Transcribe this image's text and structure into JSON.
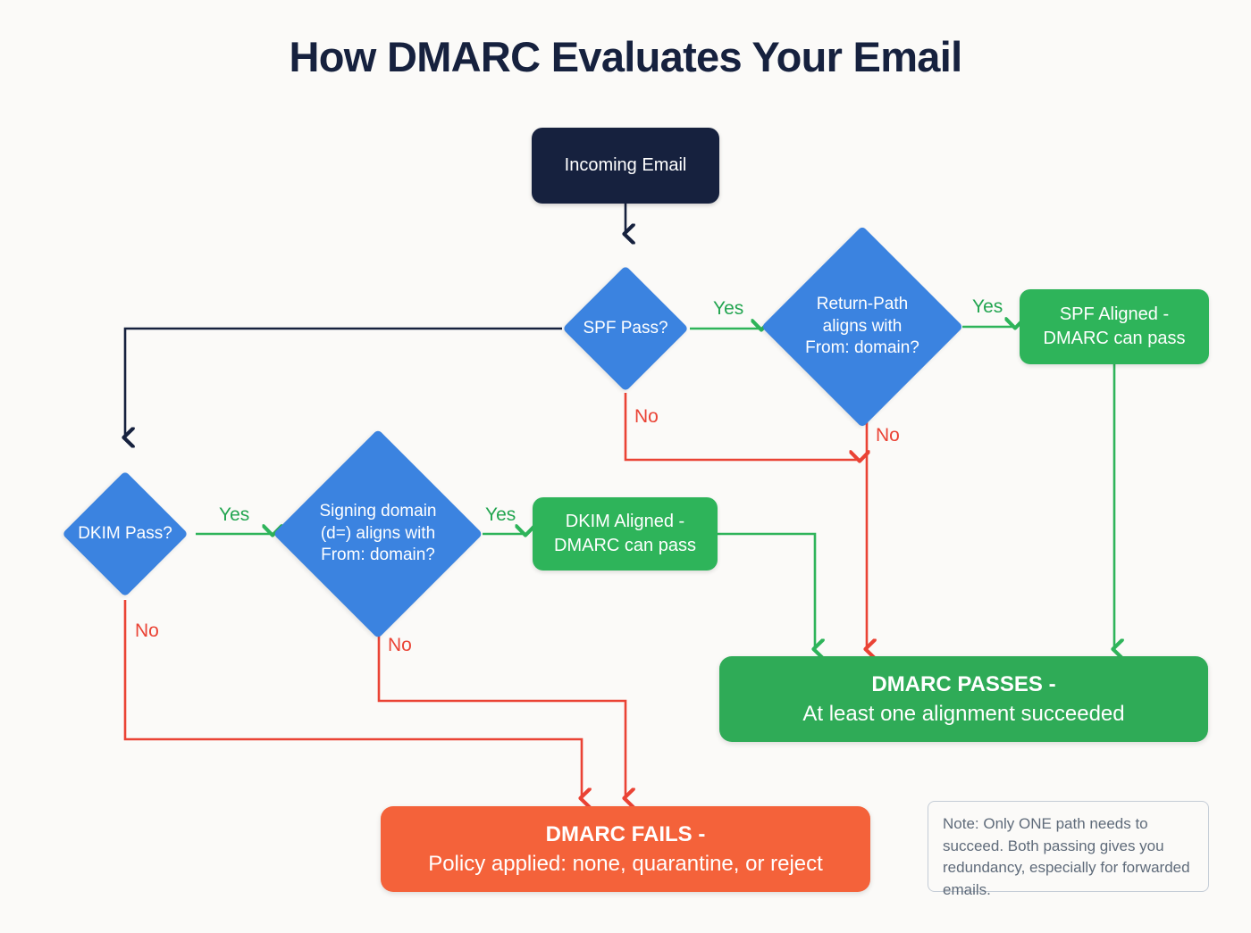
{
  "page": {
    "title": "How DMARC Evaluates Your Email",
    "background_color": "#fbfaf8",
    "title_color": "#16213e"
  },
  "colors": {
    "start_navy": "#16213e",
    "decision_blue": "#3b83e0",
    "success_green": "#2eb45a",
    "result_pass_green": "#2fab57",
    "result_fail_orange": "#f4623a",
    "yes_label_green": "#22a550",
    "no_label_red": "#ea4335",
    "note_border": "#c4ccd6",
    "note_text": "#5f6b7a"
  },
  "nodes": {
    "start": {
      "label": "Incoming Email"
    },
    "spf_pass": {
      "label": "SPF Pass?"
    },
    "return_path": {
      "label": "Return-Path\naligns with\nFrom: domain?"
    },
    "spf_aligned": {
      "label": "SPF Aligned -\nDMARC can pass"
    },
    "dkim_pass": {
      "label": "DKIM Pass?"
    },
    "signing_domain": {
      "label": "Signing domain\n(d=) aligns with\nFrom: domain?"
    },
    "dkim_aligned": {
      "label": "DKIM Aligned -\nDMARC can pass"
    },
    "dmarc_passes": {
      "line1": "DMARC PASSES -",
      "line2": "At least one alignment succeeded"
    },
    "dmarc_fails": {
      "line1": "DMARC FAILS -",
      "line2": "Policy applied: none, quarantine, or reject"
    }
  },
  "edge_labels": {
    "spf_yes": "Yes",
    "spf_no": "No",
    "return_path_yes": "Yes",
    "return_path_no": "No",
    "dkim_yes": "Yes",
    "dkim_no": "No",
    "signing_yes": "Yes",
    "signing_no": "No"
  },
  "note": {
    "text": "Note: Only ONE path needs to succeed. Both passing gives you redundancy, especially for forwarded emails."
  },
  "chart_data": {
    "type": "diagram",
    "diagram_kind": "flowchart",
    "title": "How DMARC Evaluates Your Email",
    "nodes": [
      {
        "id": "start",
        "shape": "rounded-rect",
        "text": "Incoming Email",
        "color": "#16213e"
      },
      {
        "id": "spf_pass",
        "shape": "diamond",
        "text": "SPF Pass?",
        "color": "#3b83e0"
      },
      {
        "id": "return_path",
        "shape": "diamond",
        "text": "Return-Path aligns with From: domain?",
        "color": "#3b83e0"
      },
      {
        "id": "spf_aligned",
        "shape": "rounded-rect",
        "text": "SPF Aligned - DMARC can pass",
        "color": "#2eb45a"
      },
      {
        "id": "dkim_pass",
        "shape": "diamond",
        "text": "DKIM Pass?",
        "color": "#3b83e0"
      },
      {
        "id": "signing_domain",
        "shape": "diamond",
        "text": "Signing domain (d=) aligns with From: domain?",
        "color": "#3b83e0"
      },
      {
        "id": "dkim_aligned",
        "shape": "rounded-rect",
        "text": "DKIM Aligned - DMARC can pass",
        "color": "#2eb45a"
      },
      {
        "id": "dmarc_passes",
        "shape": "rounded-rect",
        "text": "DMARC PASSES - At least one alignment succeeded",
        "color": "#2fab57"
      },
      {
        "id": "dmarc_fails",
        "shape": "rounded-rect",
        "text": "DMARC FAILS - Policy applied: none, quarantine, or reject",
        "color": "#f4623a"
      }
    ],
    "edges": [
      {
        "from": "start",
        "to": "spf_pass",
        "label": "",
        "color": "#16213e"
      },
      {
        "from": "spf_pass",
        "to": "dkim_pass",
        "label": "",
        "color": "#16213e"
      },
      {
        "from": "spf_pass",
        "to": "return_path",
        "label": "Yes",
        "color": "#22a550"
      },
      {
        "from": "spf_pass",
        "to": "dmarc_passes",
        "label": "No",
        "color": "#ea4335"
      },
      {
        "from": "return_path",
        "to": "spf_aligned",
        "label": "Yes",
        "color": "#22a550"
      },
      {
        "from": "return_path",
        "to": "dmarc_passes",
        "label": "No",
        "color": "#ea4335"
      },
      {
        "from": "spf_aligned",
        "to": "dmarc_passes",
        "label": "",
        "color": "#2eb45a"
      },
      {
        "from": "dkim_pass",
        "to": "signing_domain",
        "label": "Yes",
        "color": "#22a550"
      },
      {
        "from": "dkim_pass",
        "to": "dmarc_fails",
        "label": "No",
        "color": "#ea4335"
      },
      {
        "from": "signing_domain",
        "to": "dkim_aligned",
        "label": "Yes",
        "color": "#22a550"
      },
      {
        "from": "signing_domain",
        "to": "dmarc_fails",
        "label": "No",
        "color": "#ea4335"
      },
      {
        "from": "dkim_aligned",
        "to": "dmarc_passes",
        "label": "",
        "color": "#2eb45a"
      }
    ],
    "annotations": [
      "Note: Only ONE path needs to succeed. Both passing gives you redundancy, especially for forwarded emails."
    ]
  }
}
